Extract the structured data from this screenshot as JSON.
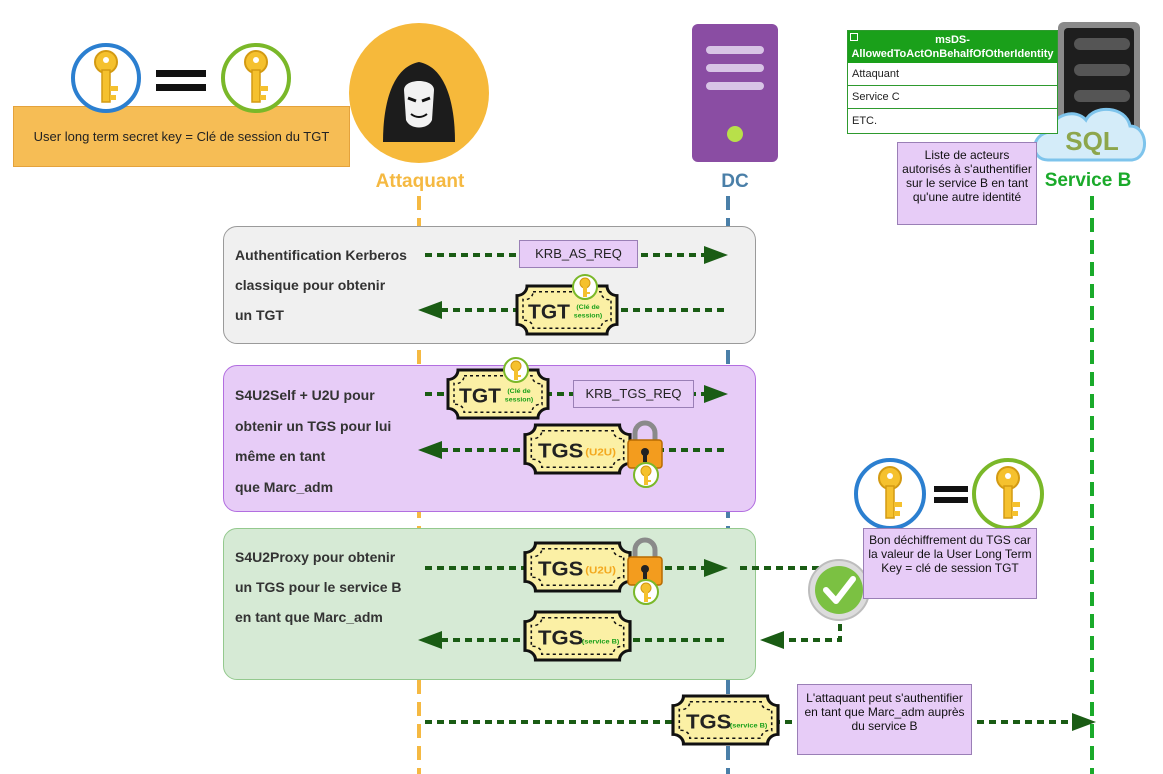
{
  "legend": {
    "caption": "User long term secret key = Clé de session du TGT",
    "equals": "="
  },
  "actors": {
    "attacker": "Attaquant",
    "dc": "DC",
    "service": "Service B",
    "sql": "SQL"
  },
  "acl_table": {
    "title": "msDS-AllowedToActOnBehalfOfOtherIdentity",
    "rows": [
      "Attaquant",
      "Service C",
      "ETC."
    ],
    "note": "Liste de acteurs autorisés à s'authentifier sur le service B en tant qu'une autre identité"
  },
  "steps": [
    {
      "text_lines": [
        "Authentification Kerberos",
        "classique pour obtenir",
        "un TGT"
      ],
      "message": "KRB_AS_REQ"
    },
    {
      "text_lines": [
        "S4U2Self + U2U pour",
        "obtenir un TGS pour lui",
        "même en tant",
        "que Marc_adm"
      ],
      "message": "KRB_TGS_REQ"
    },
    {
      "text_lines": [
        "S4U2Proxy pour obtenir",
        "un TGS pour le service B",
        "en tant que Marc_adm"
      ]
    }
  ],
  "tickets": {
    "tgt": "TGT",
    "tgt_sub": "(Clé de session)",
    "tgs": "TGS",
    "u2u": "(U2U)",
    "service_b": "(service B)"
  },
  "decrypt_note": "Bon déchiffrement du TGS car la valeur de la User Long Term Key = clé de session TGT",
  "final_note": "L'attaquant peut s'authentifier en tant que Marc_adm auprès du service B",
  "colors": {
    "attacker": "#f5b942",
    "dc": "#4a7fa8",
    "service": "#1aaa2a",
    "arrow": "#1a5c14"
  }
}
